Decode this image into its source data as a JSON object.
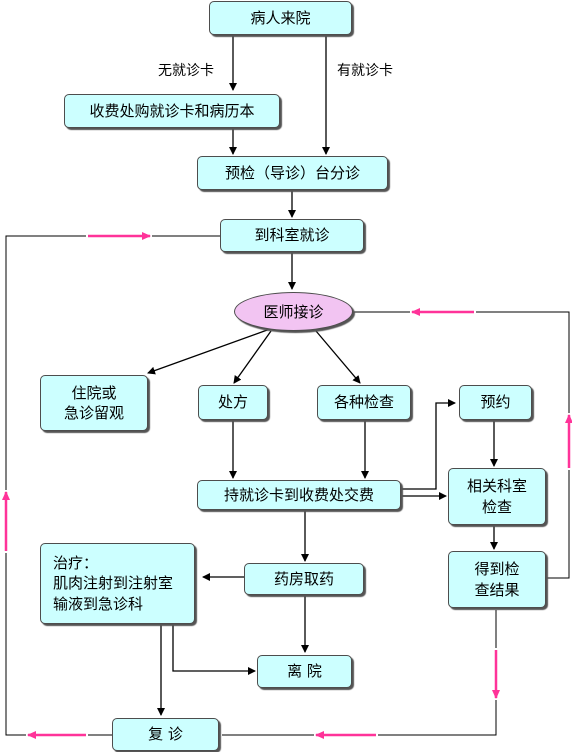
{
  "nodes": {
    "patient_arrives": "病人来院",
    "buy_card": "收费处购就诊卡和病历本",
    "triage": "预检（导诊）台分诊",
    "to_department": "到科室就诊",
    "doctor": "医师接诊",
    "hospitalize": "住院或\n急诊留观",
    "prescription": "处方",
    "exams": "各种检查",
    "appointment": "预约",
    "pay": "持就诊卡到收费处交费",
    "related_dept": "相关科室\n检查",
    "treatment": "治疗：\n肌肉注射到注射室\n输液到急诊科",
    "pharmacy": "药房取药",
    "results": "得到检\n查结果",
    "leave": "离  院",
    "revisit": "复  诊"
  },
  "edge_labels": {
    "no_card": "无就诊卡",
    "has_card": "有就诊卡"
  },
  "colors": {
    "box_fill": "#ccffff",
    "ellipse_fill": "#f2c4f2",
    "flow_arrow": "#000000",
    "return_arrow": "#ff3399"
  }
}
